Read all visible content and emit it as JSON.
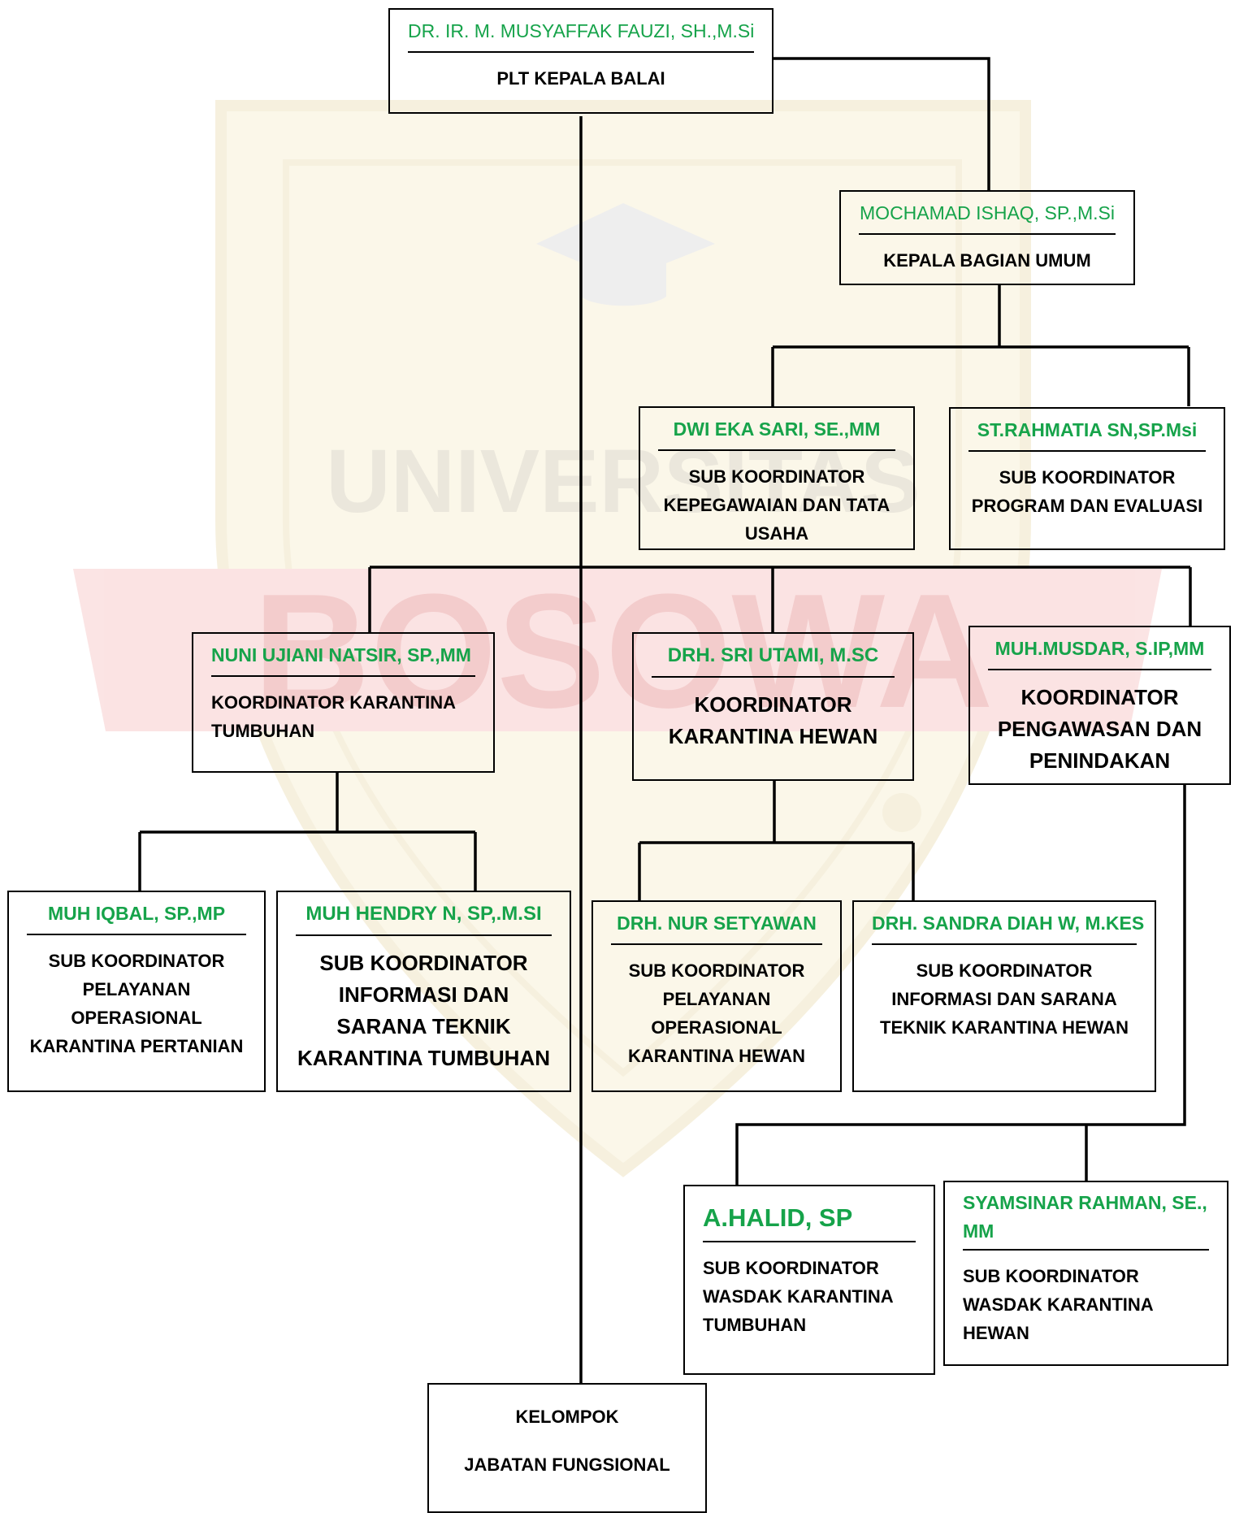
{
  "org_chart": {
    "head": {
      "name": "DR. IR. M. MUSYAFFAK FAUZI, SH.,M.Si",
      "title": "PLT KEPALA BALAI"
    },
    "general_affairs": {
      "name": "MOCHAMAD ISHAQ, SP.,M.Si",
      "title": "KEPALA BAGIAN UMUM"
    },
    "staffing": {
      "name": "DWI EKA SARI, SE.,MM",
      "title": "SUB KOORDINATOR KEPEGAWAIAN DAN TATA USAHA"
    },
    "program": {
      "name": "ST.RAHMATIA SN,SP.Msi",
      "title": "SUB KOORDINATOR PROGRAM DAN EVALUASI"
    },
    "plant_quarantine": {
      "name": "NUNI UJIANI NATSIR, SP.,MM",
      "title": "KOORDINATOR KARANTINA TUMBUHAN"
    },
    "animal_quarantine": {
      "name": "DRH. SRI UTAMI, M.SC",
      "title": "KOORDINATOR KARANTINA HEWAN"
    },
    "supervision": {
      "name": "MUH.MUSDAR, S.IP,MM",
      "title": "KOORDINATOR PENGAWASAN DAN PENINDAKAN"
    },
    "plant_service": {
      "name": "MUH IQBAL, SP.,MP",
      "title": "SUB KOORDINATOR PELAYANAN OPERASIONAL KARANTINA PERTANIAN"
    },
    "plant_info": {
      "name": "MUH HENDRY N, SP,.M.SI",
      "title": "SUB KOORDINATOR INFORMASI DAN SARANA TEKNIK KARANTINA TUMBUHAN"
    },
    "animal_service": {
      "name": "DRH. NUR SETYAWAN",
      "title": "SUB KOORDINATOR PELAYANAN OPERASIONAL KARANTINA HEWAN"
    },
    "animal_info": {
      "name": "DRH. SANDRA DIAH W, M.KES",
      "title": "SUB KOORDINATOR INFORMASI DAN SARANA TEKNIK KARANTINA HEWAN"
    },
    "wasdak_plant": {
      "name": "A.HALID, SP",
      "title": "SUB KOORDINATOR WASDAK KARANTINA TUMBUHAN"
    },
    "wasdak_animal": {
      "name": "SYAMSINAR RAHMAN, SE., MM",
      "title": "SUB KOORDINATOR WASDAK KARANTINA HEWAN"
    },
    "functional_group": {
      "title_line1": "KELOMPOK",
      "title_line2": "JABATAN FUNGSIONAL"
    }
  },
  "watermark": {
    "text_top": "UNIVERSITAS",
    "text_bottom": "BOSOWA"
  },
  "colors": {
    "name_text": "#16a34a",
    "title_text": "#000000",
    "lines": "#000000"
  }
}
